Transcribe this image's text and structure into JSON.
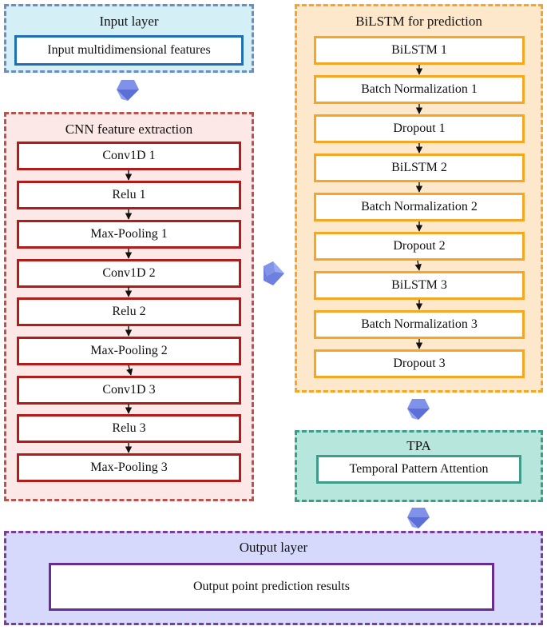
{
  "input_layer": {
    "title": "Input layer",
    "box": "Input multidimensional features"
  },
  "cnn": {
    "title": "CNN feature extraction",
    "blocks": [
      "Conv1D 1",
      "Relu 1",
      "Max-Pooling 1",
      "Conv1D 2",
      "Relu 2",
      "Max-Pooling 2",
      "Conv1D 3",
      "Relu 3",
      "Max-Pooling 3"
    ]
  },
  "bilstm": {
    "title": "BiLSTM for prediction",
    "blocks": [
      "BiLSTM 1",
      "Batch Normalization 1",
      "Dropout 1",
      "BiLSTM 2",
      "Batch Normalization 2",
      "Dropout 2",
      "BiLSTM 3",
      "Batch Normalization 3",
      "Dropout 3"
    ]
  },
  "tpa": {
    "title": "TPA",
    "box": "Temporal Pattern Attention"
  },
  "output_layer": {
    "title": "Output layer",
    "box": "Output point prediction results"
  },
  "colors": {
    "input_fill": "#d5eff7",
    "input_border": "#6c8ebf",
    "input_box_border": "#1f6fb5",
    "cnn_fill": "#fce8e6",
    "cnn_border": "#b85450",
    "cnn_box_border": "#b31b1b",
    "bilstm_fill": "#fde8cc",
    "bilstm_border": "#f5a623",
    "tpa_fill": "#b6e6dc",
    "tpa_border": "#3d9c8a",
    "output_fill": "#d6d9fb",
    "output_border": "#7a3d99",
    "flow_arrow": "#5b6fd6"
  }
}
